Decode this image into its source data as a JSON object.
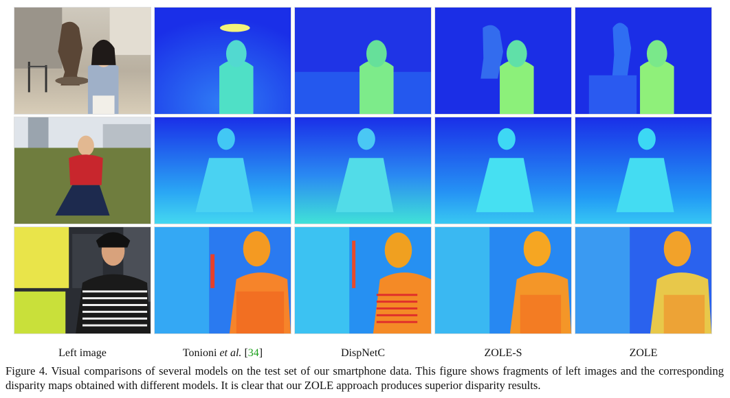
{
  "columns": [
    {
      "label": "Left image"
    },
    {
      "label_prefix": "Tonioni ",
      "label_em": "et al.",
      "label_cite_open": " [",
      "label_cite": "34",
      "label_cite_close": "]"
    },
    {
      "label": "DispNetC"
    },
    {
      "label": "ZOLE-S"
    },
    {
      "label": "ZOLE"
    }
  ],
  "caption": "Figure 4. Visual comparisons of several models on the test set of our smartphone data. This figure shows fragments of left images and the corresponding disparity maps obtained with different models. It is clear that our ZOLE approach produces superior disparity results.",
  "colors": {
    "disparity_far": "#1b2ee6",
    "disparity_mid": "#3fd0f0",
    "disparity_near": "#f08a10",
    "citation": "#1a9f1a"
  }
}
